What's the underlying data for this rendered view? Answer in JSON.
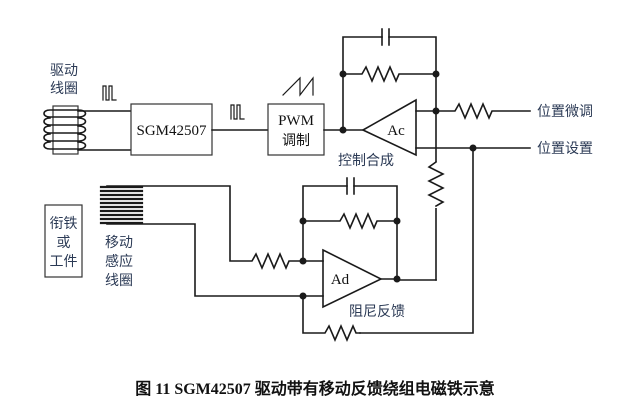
{
  "diagram": {
    "caption": "图 11 SGM42507 驱动带有移动反馈绕组电磁铁示意",
    "labels": {
      "drive_coil_line1": "驱动",
      "drive_coil_line2": "线圈",
      "driver_chip": "SGM42507",
      "pwm_line1": "PWM",
      "pwm_line2": "调制",
      "amp_control": "Ac",
      "amp_control_caption": "控制合成",
      "amp_damping": "Ad",
      "amp_damping_caption": "阻尼反馈",
      "position_fine_tune": "位置微调",
      "position_setting": "位置设置",
      "armature_line1": "衔铁",
      "armature_line2": "或",
      "armature_line3": "工件",
      "sense_coil_line1": "移动",
      "sense_coil_line2": "感应",
      "sense_coil_line3": "线圈"
    },
    "icons": {
      "pulse_waveform_1": "pulse-waveform",
      "pulse_waveform_2": "pulse-waveform",
      "sawtooth_waveform": "sawtooth-waveform"
    }
  }
}
